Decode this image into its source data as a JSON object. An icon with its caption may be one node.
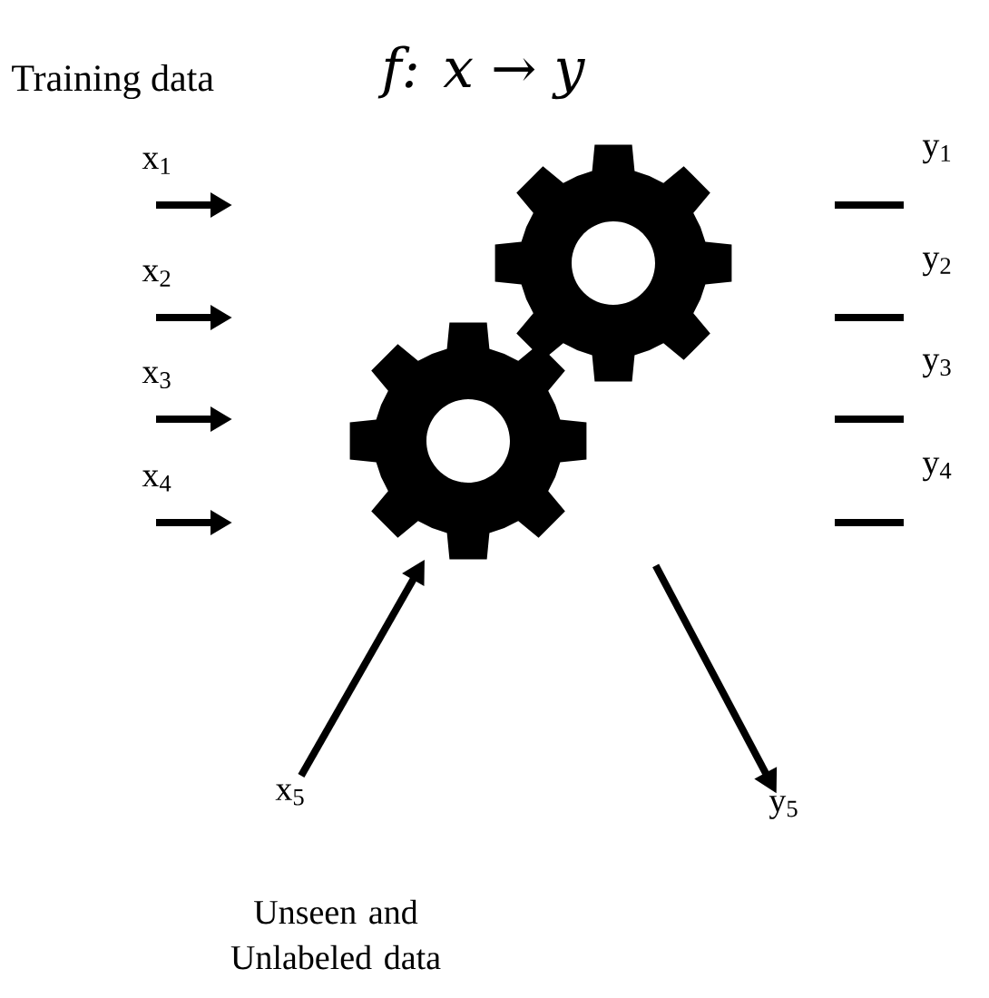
{
  "diagram": {
    "title": "Training data",
    "nodes": [
      {
        "text": [],
        "shape": "gear"
      },
      {
        "text": [
          "x$_{5}$"
        ]
      },
      {
        "text": [
          "y$_{5}$"
        ]
      },
      {
        "text": [
          "Unseen and Unlabeled data"
        ]
      }
    ],
    "edges": [
      {
        "from": 1,
        "to": 0,
        "arrow": "to"
      },
      {
        "from": 0,
        "to": 2,
        "arrow": "to"
      }
    ],
    "labels": [
      "f: x → y",
      "x$_{1}$",
      "y$_{1}$",
      "x$_{2}$",
      "y$_{2}$",
      "x$_{3}$",
      "y$_{3}$",
      "x$_{4}$",
      "y$_{4}$"
    ]
  }
}
